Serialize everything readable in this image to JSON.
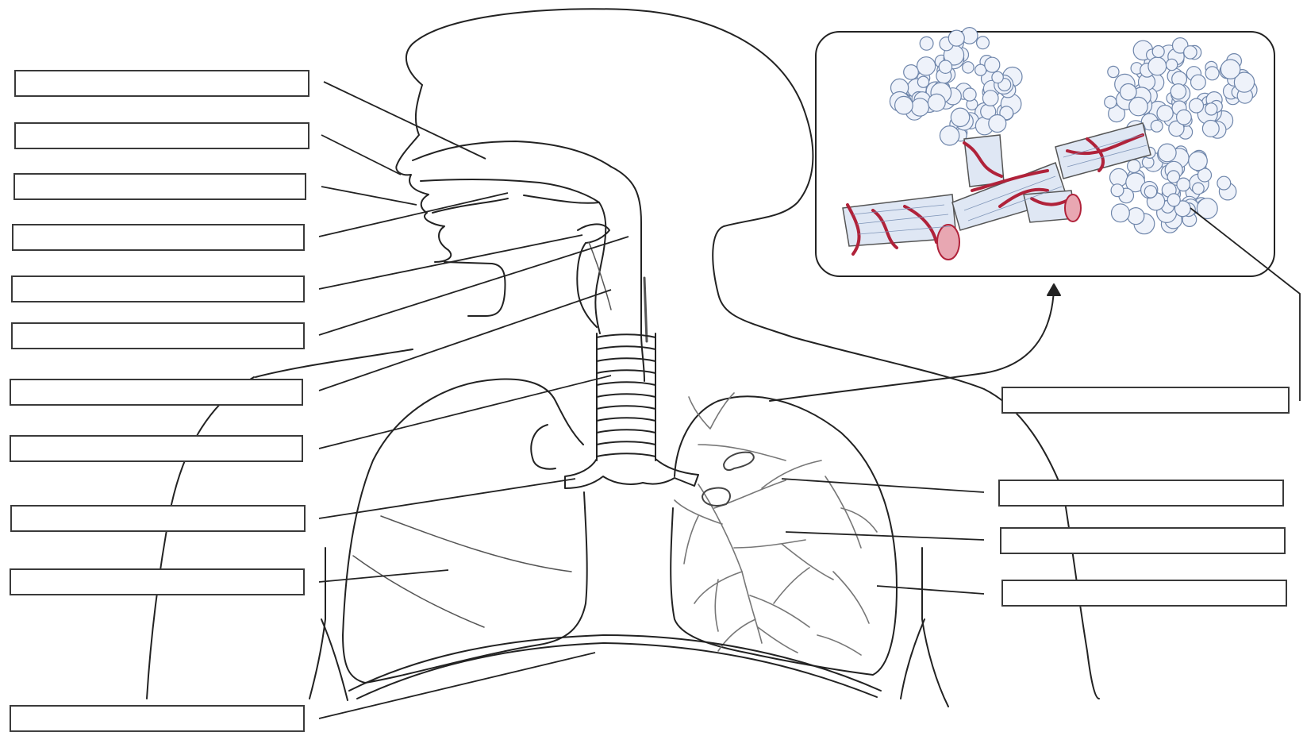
{
  "diagram": {
    "subject": "respiratory-system",
    "insert_subject": "alveoli-detail",
    "stroke_color": "#222222",
    "vessel_color": "#b0223a",
    "alveolus_color": "#8fa7c8",
    "box_border_color": "#3a3a3a"
  },
  "label_boxes": [
    {
      "id": "left-1",
      "value": ""
    },
    {
      "id": "left-2",
      "value": ""
    },
    {
      "id": "left-3",
      "value": ""
    },
    {
      "id": "left-4",
      "value": ""
    },
    {
      "id": "left-5",
      "value": ""
    },
    {
      "id": "left-6",
      "value": ""
    },
    {
      "id": "left-7",
      "value": ""
    },
    {
      "id": "left-8",
      "value": ""
    },
    {
      "id": "left-9",
      "value": ""
    },
    {
      "id": "left-10",
      "value": ""
    },
    {
      "id": "left-11",
      "value": ""
    },
    {
      "id": "right-1",
      "value": ""
    },
    {
      "id": "right-2",
      "value": ""
    },
    {
      "id": "right-3",
      "value": ""
    },
    {
      "id": "right-4",
      "value": ""
    }
  ]
}
